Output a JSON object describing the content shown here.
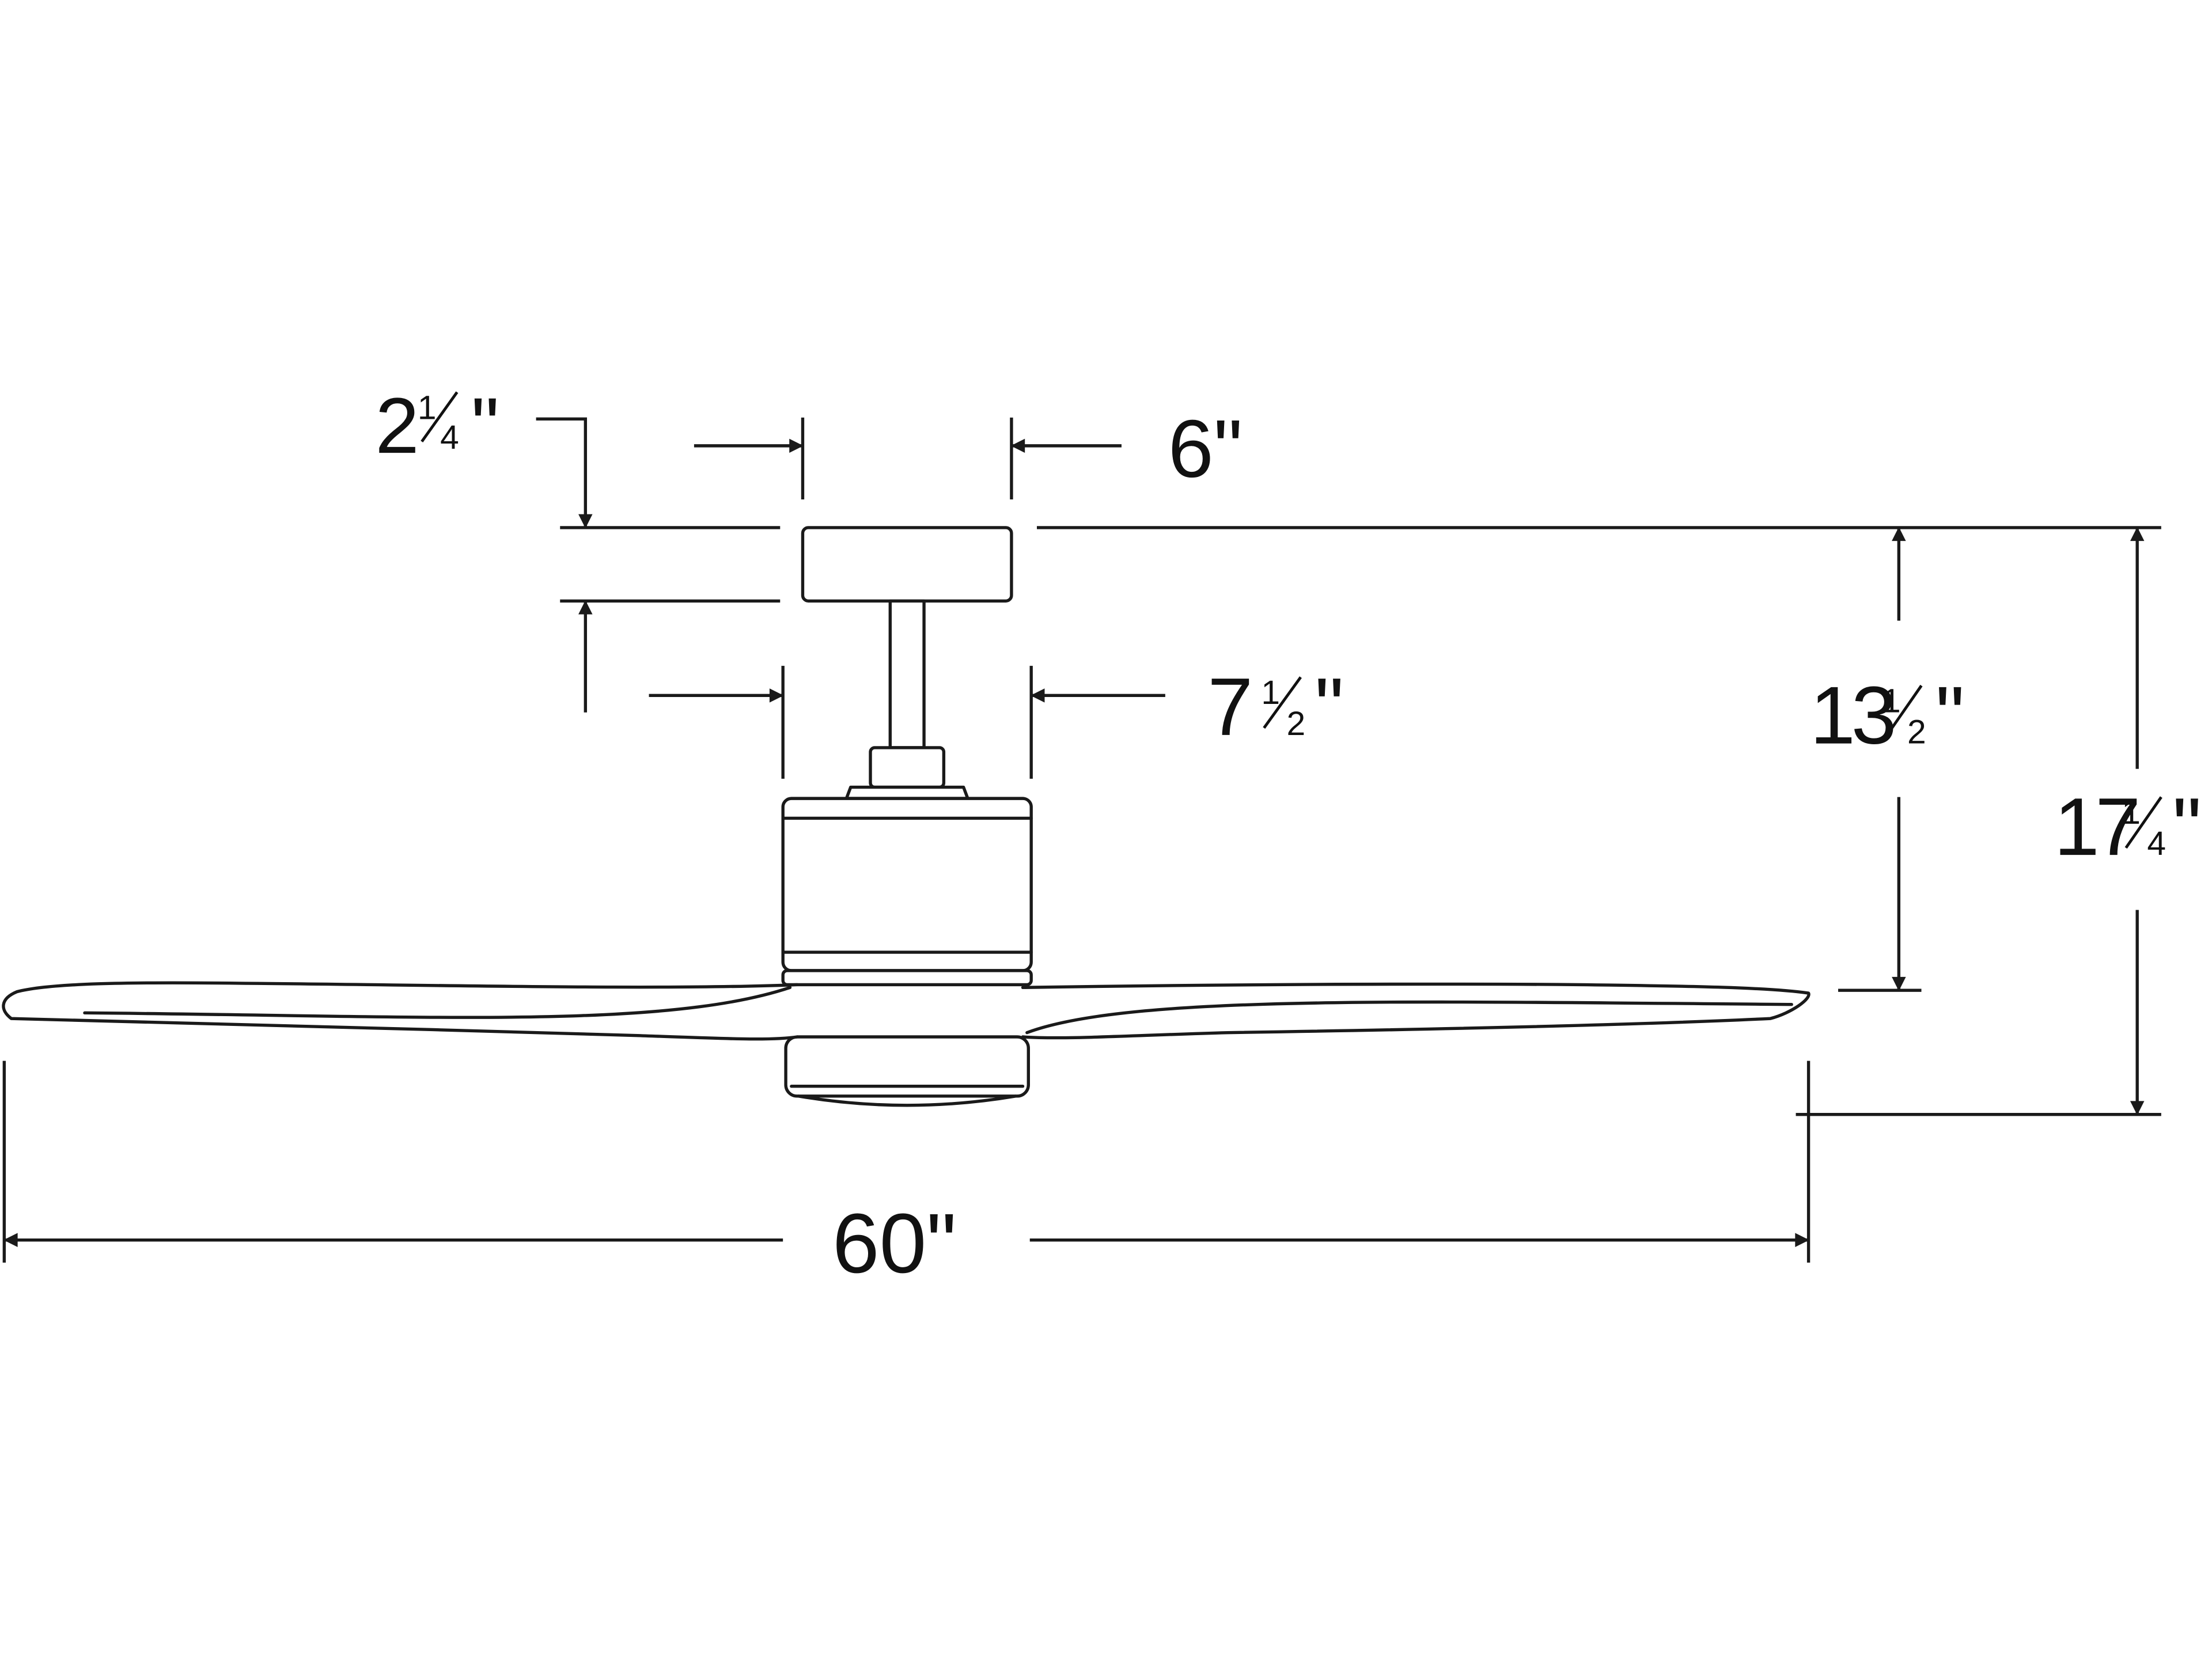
{
  "diagram": {
    "line_color": "#1a1a1a",
    "background": "#ffffff",
    "dimensions": {
      "canopy_height": {
        "whole": "2",
        "fraction": "1/4",
        "unit": "\""
      },
      "canopy_width": {
        "text": "6\""
      },
      "motor_width": {
        "whole": "7",
        "fraction": "1/2",
        "unit": "\""
      },
      "ceiling_to_blade": {
        "whole": "13",
        "fraction": "1/2",
        "unit": "\""
      },
      "overall_height": {
        "whole": "17",
        "fraction": "1/4",
        "unit": "\""
      },
      "blade_span": {
        "text": "60\""
      }
    }
  }
}
